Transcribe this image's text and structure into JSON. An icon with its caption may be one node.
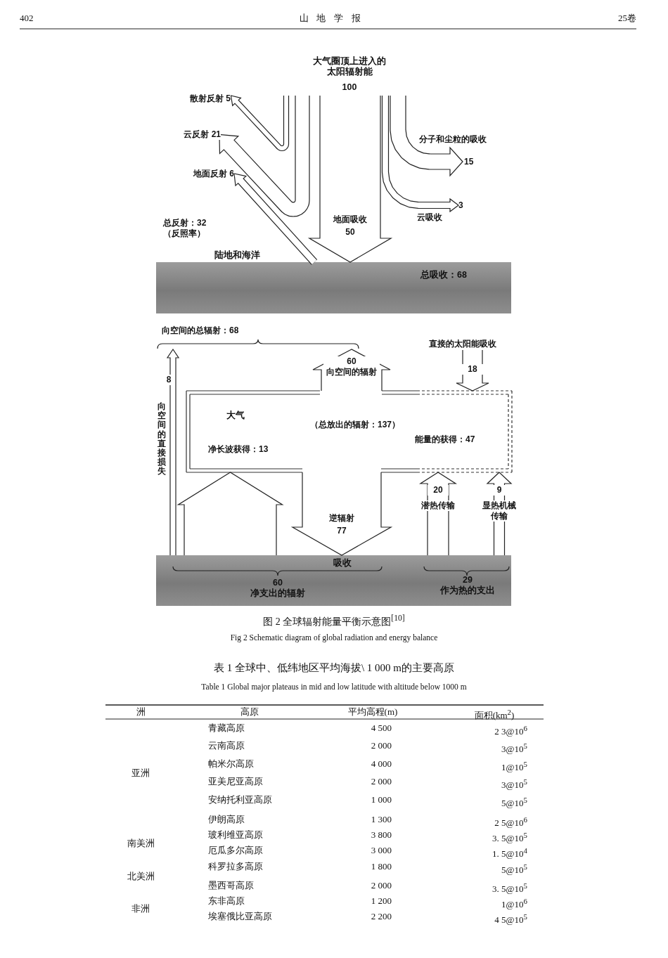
{
  "diagram": {
    "caption": "图 2  全球辐射能量平衡示意图$^{[10]}$",
    "nodes": [
      {
        "text": [
          "大气圈顶上进入的太阳辐射能",
          "100"
        ]
      },
      {
        "text": [
          "分子和尘粒的吸收",
          "15"
        ]
      },
      {
        "text": [
          "3"
        ],
        "beside": [
          "云吸收"
        ]
      },
      {
        "text": [
          "陆地和海洋",
          "总吸收：68"
        ]
      },
      {
        "text": [
          "向空间的总辐射：68"
        ]
      },
      {
        "text": [
          "直接的太阳能吸收"
        ]
      },
      {
        "text": [
          "大气",
          "（总放出的辐射：137）",
          "净长波获得：13",
          "能量的获得：47"
        ]
      },
      {
        "text": [
          "吸收",
          "60 净支出的辐射",
          "29 作为热的支出"
        ]
      }
    ],
    "edges": [
      {
        "from": 0,
        "to": null,
        "arrow": "to",
        "label": "散射反射 5"
      },
      {
        "from": 0,
        "to": null,
        "arrow": "to",
        "label": "云反射 21"
      },
      {
        "from": 3,
        "to": null,
        "arrow": "to",
        "label": "地面反射 6"
      },
      {
        "from": 0,
        "to": 1,
        "arrow": "to"
      },
      {
        "from": 0,
        "to": 2,
        "arrow": "to"
      },
      {
        "from": 0,
        "to": 3,
        "arrow": "to",
        "label": "50"
      },
      {
        "from": 7,
        "to": 4,
        "arrow": "to",
        "label": "8"
      },
      {
        "from": 7,
        "to": 6,
        "arrow": "to"
      },
      {
        "from": 6,
        "to": 4,
        "arrow": "to",
        "label": "60 向空间的辐射"
      },
      {
        "from": 5,
        "to": 6,
        "arrow": "to",
        "label": "18"
      },
      {
        "from": 6,
        "to": 7,
        "arrow": "to",
        "label": "77"
      },
      {
        "from": 7,
        "to": 6,
        "arrow": "to",
        "label": "20"
      },
      {
        "from": 7,
        "to": 6,
        "arrow": "to",
        "label": "9"
      }
    ],
    "labels": [
      "402",
      "山地学报",
      "25卷",
      "总反射：32（反照率）",
      "地面吸收",
      "向空间的直接损失",
      "潜热传输",
      "显热机械传输",
      "逆辐射",
      "Fig 2  Schematic diagram of global radiation and energy balance",
      "表 1  全球中、低纬地区平均海拔\\  1 000 m的主要高原",
      "Table 1  Global major plateaus in mid and low latitude with altitude below 1000 m",
      "洲",
      "高原",
      "平均高程(m)",
      "面积(km$^{2}$)",
      "亚洲",
      "青藏高原",
      "4 500",
      "2 3@10$^{6}$",
      "云南高原",
      "2 000",
      "3@10$^{5}$",
      "帕米尔高原",
      "4 000",
      "1@10$^{5}$",
      "亚美尼亚高原",
      "2 000",
      "3@10$^{5}$",
      "安纳托利亚高原",
      "1 000",
      "5@10$^{5}$",
      "伊朗高原",
      "1 300",
      "2 5@10$^{6}$",
      "南美洲",
      "玻利维亚高原",
      "3 800",
      "3. 5@10$^{5}$",
      "厄瓜多尔高原",
      "3 000",
      "1. 5@10$^{4}$",
      "北美洲",
      "科罗拉多高原",
      "1 800",
      "5@10$^{5}$",
      "墨西哥高原",
      "2 000",
      "3. 5@10$^{5}$",
      "非洲",
      "东非高原",
      "1 200",
      "1@10$^{6}$",
      "埃塞俄比亚高原",
      "2 200",
      "4 5@10$^{5}$"
    ]
  }
}
